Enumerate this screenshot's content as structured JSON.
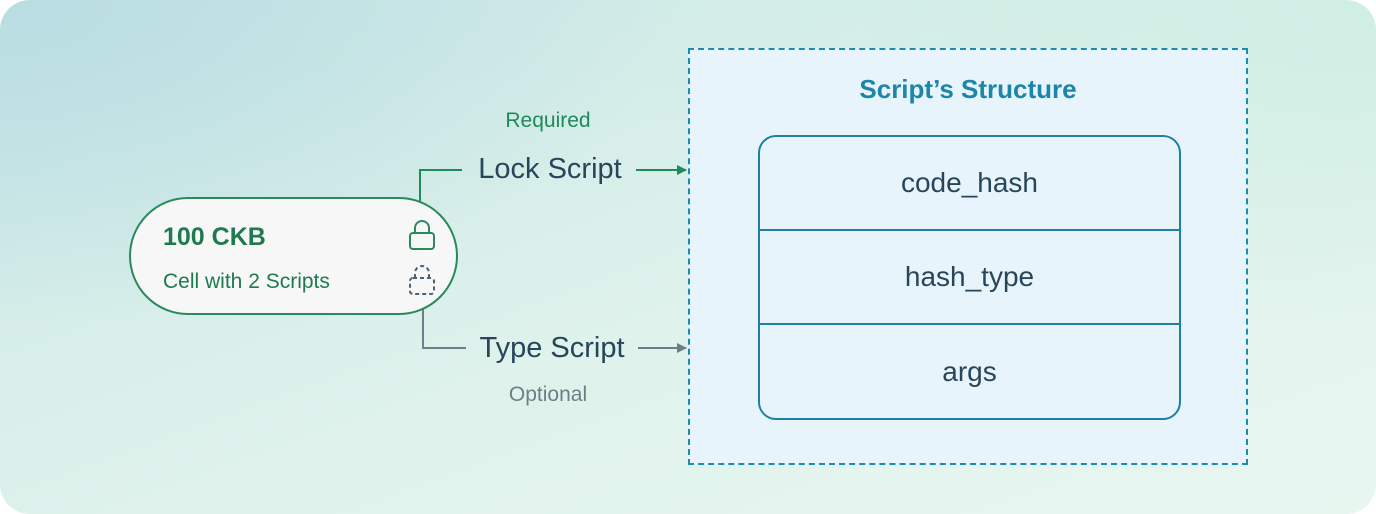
{
  "cell": {
    "amount": "100 CKB",
    "description": "Cell with 2 Scripts"
  },
  "lock_script": {
    "label": "Lock Script",
    "tag": "Required"
  },
  "type_script": {
    "label": "Type Script",
    "tag": "Optional"
  },
  "structure": {
    "title": "Script’s Structure",
    "fields": [
      "code_hash",
      "hash_type",
      "args"
    ]
  },
  "icons": {
    "lock": "lock-icon",
    "optional_lock": "lock-dashed-icon"
  },
  "colors": {
    "green": "#1f7a4f",
    "blue": "#1c86aa",
    "gray": "#6b7f88",
    "text": "#27465a"
  }
}
